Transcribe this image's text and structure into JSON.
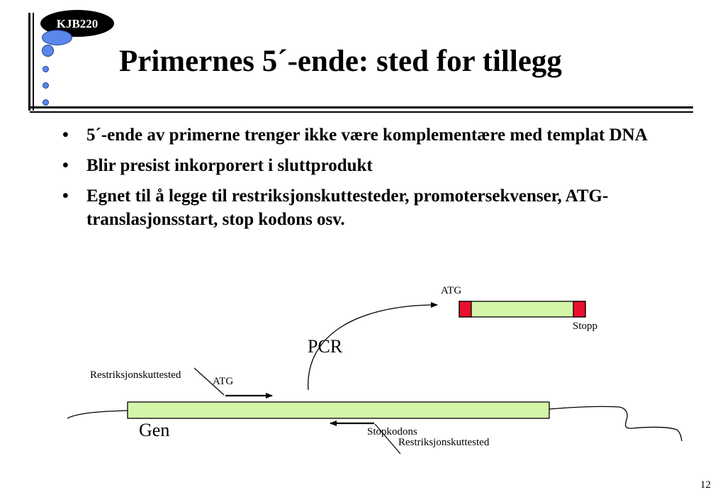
{
  "slide": {
    "badge": "KJB220",
    "title": "Primernes 5´-ende: sted for tillegg",
    "bullets": [
      "5´-ende av primerne trenger ikke være komplementære med templat DNA",
      "Blir presist inkorporert i sluttprodukt",
      "Egnet til å legge til restriksjonskuttesteder, promotersekvenser, ATG-translasjonsstart, stop kodons osv."
    ],
    "page_number": "12"
  },
  "diagram": {
    "product_atg": "ATG",
    "product_stop": "Stopp",
    "pcr": "PCR",
    "left_site": "Restriksjonskuttested",
    "left_atg": "ATG",
    "gene": "Gen",
    "stop_codon": "Stopkodons",
    "right_site": "Restriksjonskuttested"
  },
  "colors": {
    "gene_fill": "#d4f5a8",
    "restriction_site": "#e8102c",
    "dot_fill": "#5b86ea"
  }
}
